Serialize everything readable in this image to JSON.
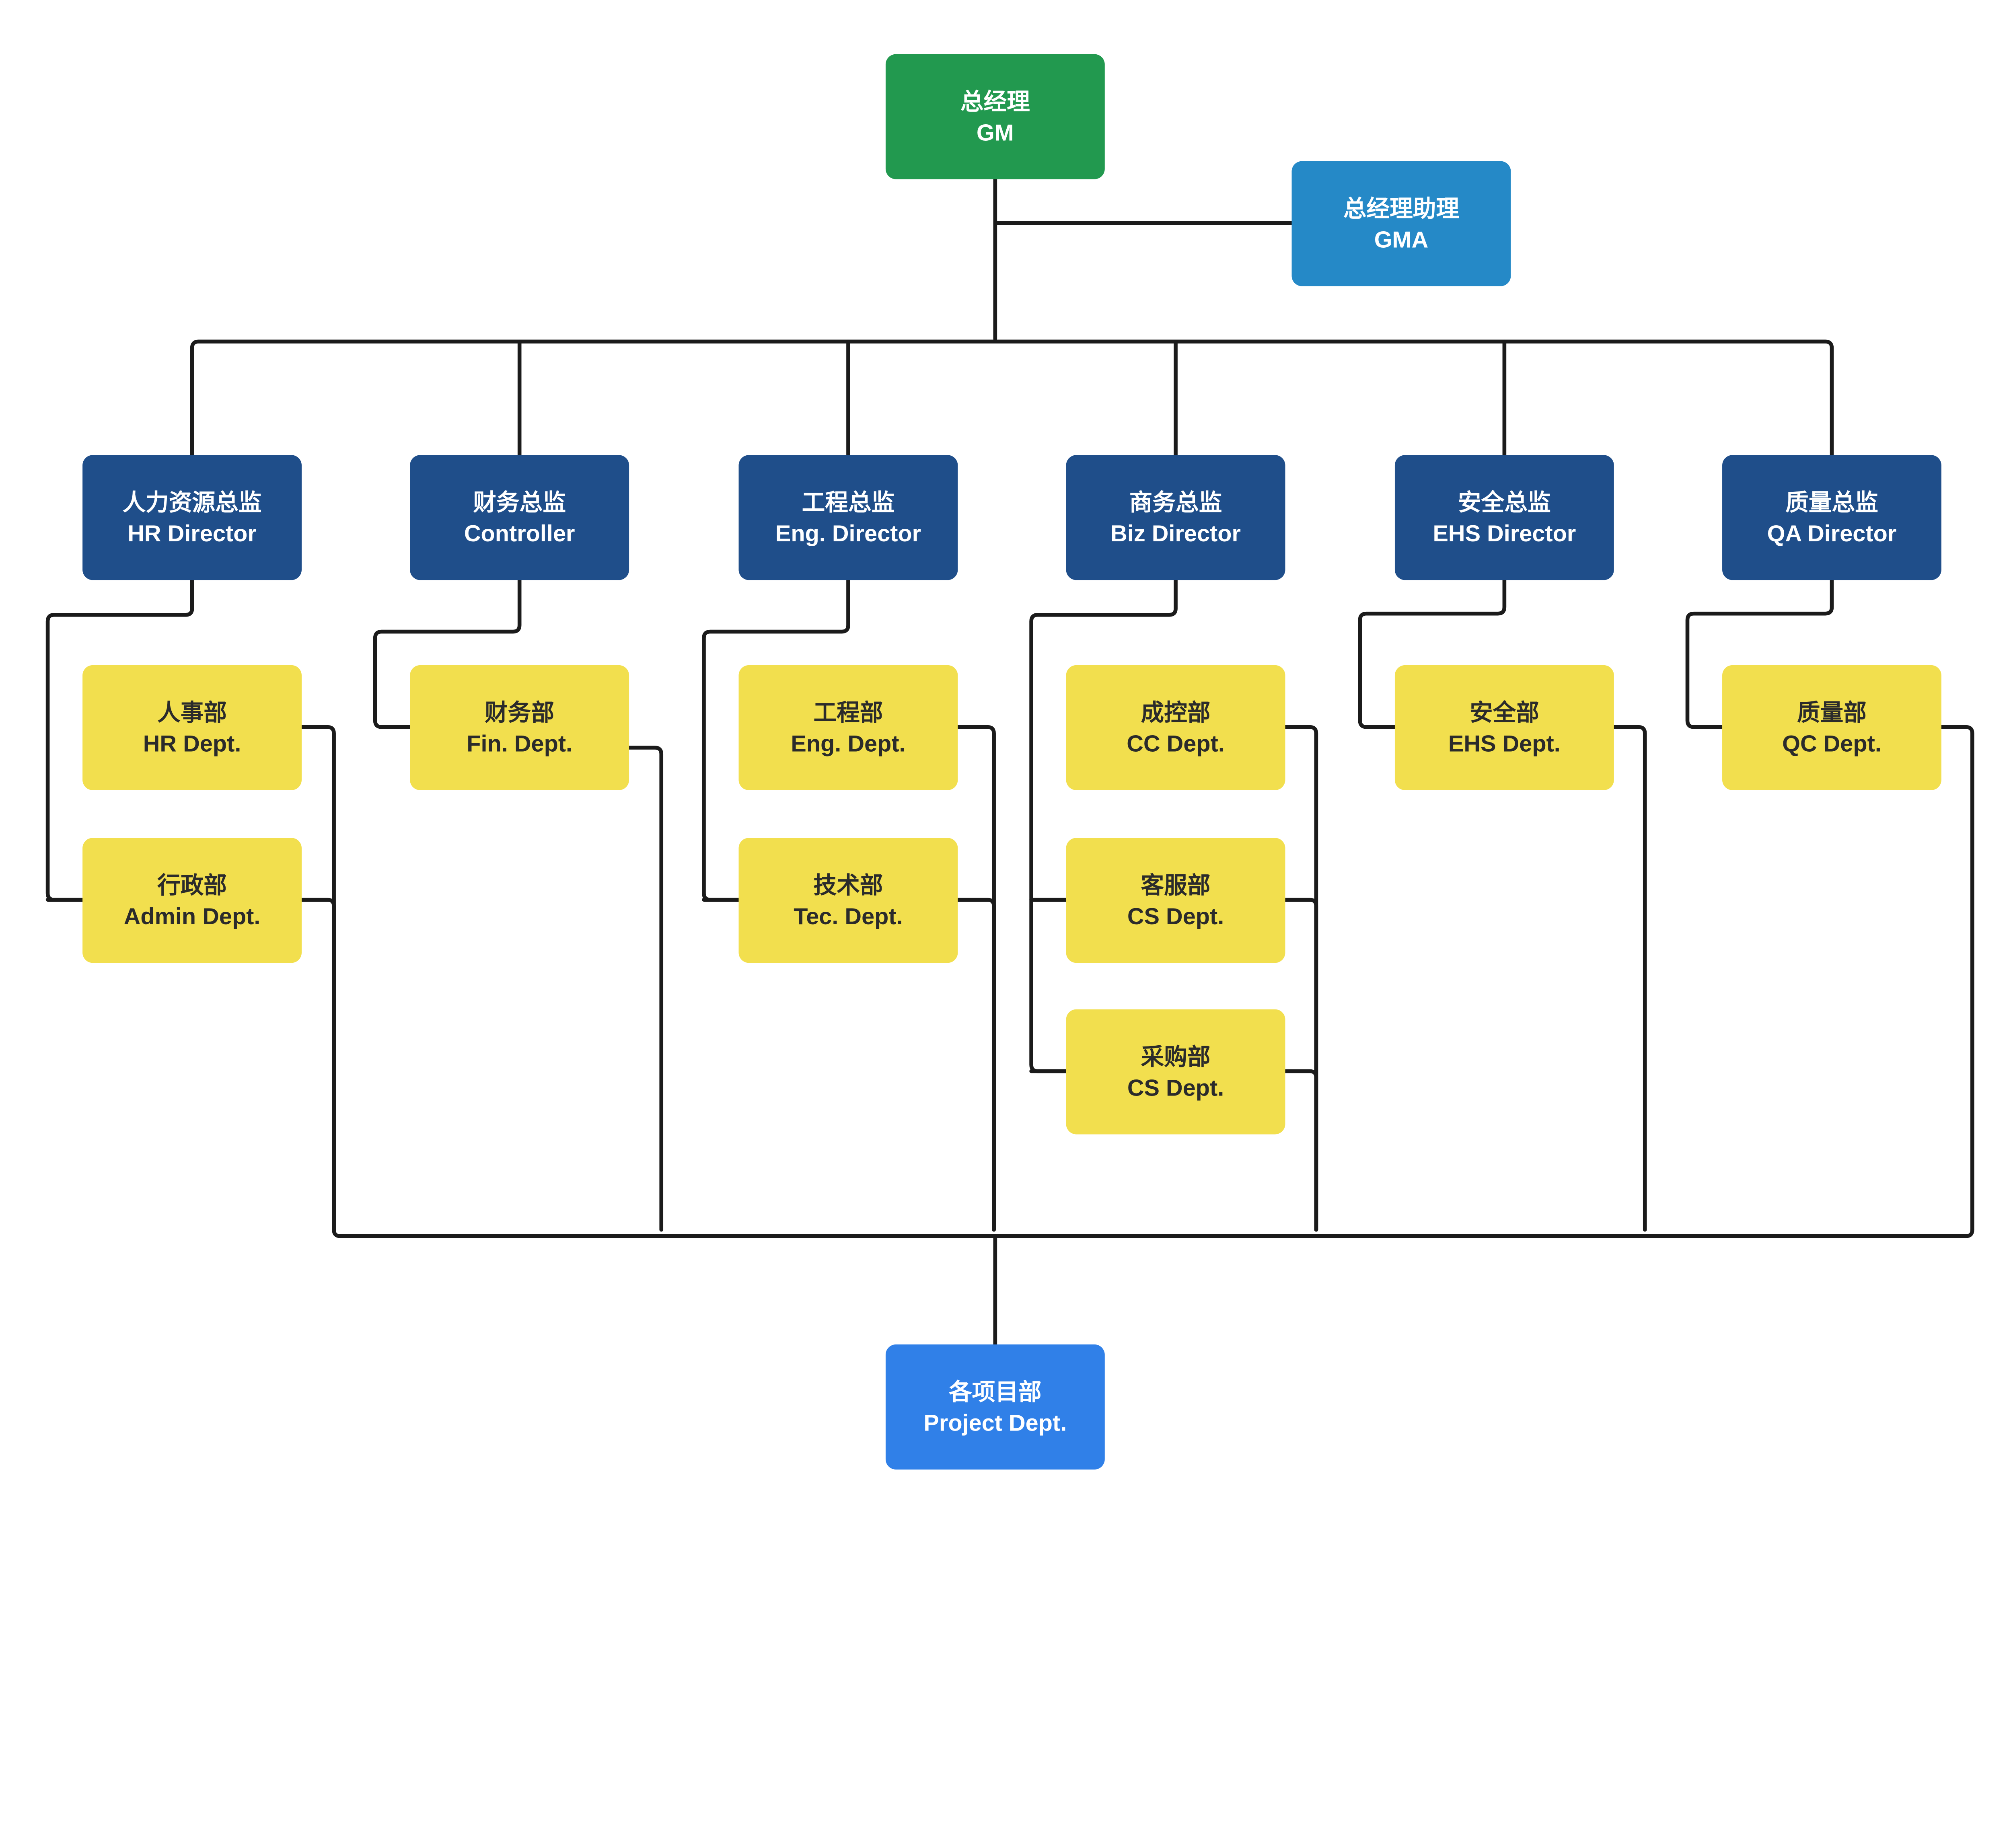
{
  "colors": {
    "gm": "#22994f",
    "gma": "#2589c7",
    "director": "#1f4e8a",
    "department": "#f2df4e",
    "project": "#3080e8",
    "line": "#1b1b1b"
  },
  "gm": {
    "zh": "总经理",
    "en": "GM"
  },
  "gma": {
    "zh": "总经理助理",
    "en": "GMA"
  },
  "directors": [
    {
      "zh": "人力资源总监",
      "en": "HR Director",
      "departments": [
        {
          "zh": "人事部",
          "en": "HR Dept."
        },
        {
          "zh": "行政部",
          "en": "Admin Dept."
        }
      ]
    },
    {
      "zh": "财务总监",
      "en": "Controller",
      "departments": [
        {
          "zh": "财务部",
          "en": "Fin. Dept."
        }
      ]
    },
    {
      "zh": "工程总监",
      "en": "Eng. Director",
      "departments": [
        {
          "zh": "工程部",
          "en": "Eng. Dept."
        },
        {
          "zh": "技术部",
          "en": "Tec. Dept."
        }
      ]
    },
    {
      "zh": "商务总监",
      "en": "Biz Director",
      "departments": [
        {
          "zh": "成控部",
          "en": "CC Dept."
        },
        {
          "zh": "客服部",
          "en": "CS Dept."
        },
        {
          "zh": "采购部",
          "en": "CS Dept."
        }
      ]
    },
    {
      "zh": "安全总监",
      "en": "EHS Director",
      "departments": [
        {
          "zh": "安全部",
          "en": "EHS Dept."
        }
      ]
    },
    {
      "zh": "质量总监",
      "en": "QA Director",
      "departments": [
        {
          "zh": "质量部",
          "en": "QC Dept."
        }
      ]
    }
  ],
  "project": {
    "zh": "各项目部",
    "en": "Project Dept."
  }
}
